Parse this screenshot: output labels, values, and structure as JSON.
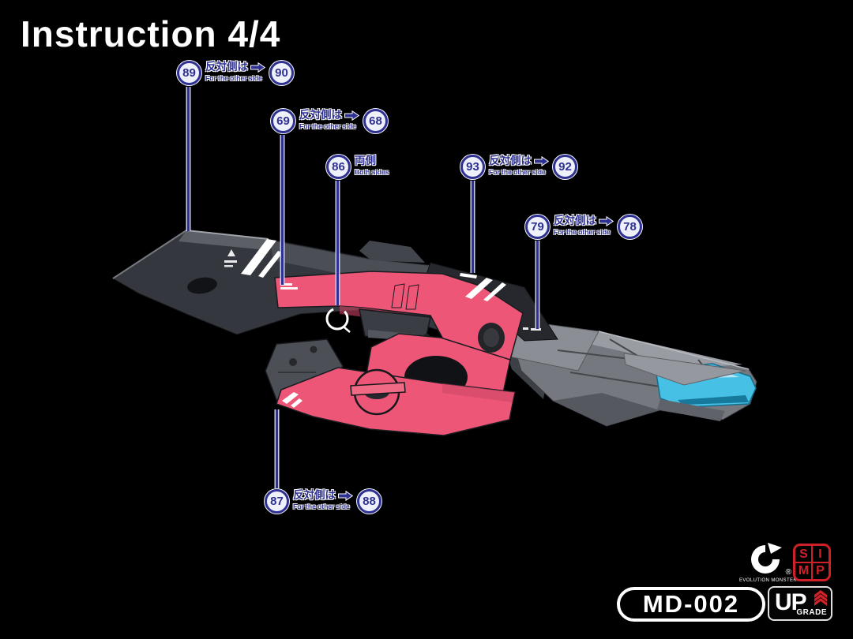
{
  "title": "Instruction 4/4",
  "callouts": [
    {
      "num": "89",
      "jp": "反対側は",
      "en": "For the other side",
      "pair": "90"
    },
    {
      "num": "69",
      "jp": "反対側は",
      "en": "For the other side",
      "pair": "68"
    },
    {
      "num": "86",
      "jp": "両側",
      "en": "Both sides",
      "pair": ""
    },
    {
      "num": "93",
      "jp": "反対側は",
      "en": "For the other side",
      "pair": "92"
    },
    {
      "num": "79",
      "jp": "反対側は",
      "en": "For the other side",
      "pair": "78"
    },
    {
      "num": "87",
      "jp": "反対側は",
      "en": "For the other side",
      "pair": "88"
    }
  ],
  "branding": {
    "maker_name": "EVOLUTION MONSTER",
    "registered_mark": "®",
    "simp_letters": [
      "S",
      "I",
      "M",
      "P"
    ],
    "model_code": "MD-002",
    "upgrade_main": "UP",
    "upgrade_sub": "GRADE"
  },
  "colors": {
    "background": "#000000",
    "callout_blue": "#2e3192",
    "weapon_pink": "#ee5677",
    "weapon_front_gray": "#34373d",
    "weapon_rear_gray": "#75787e",
    "clear_part_cyan": "#46c0e4",
    "brand_red": "#cf2027",
    "decal_white": "#ffffff"
  }
}
